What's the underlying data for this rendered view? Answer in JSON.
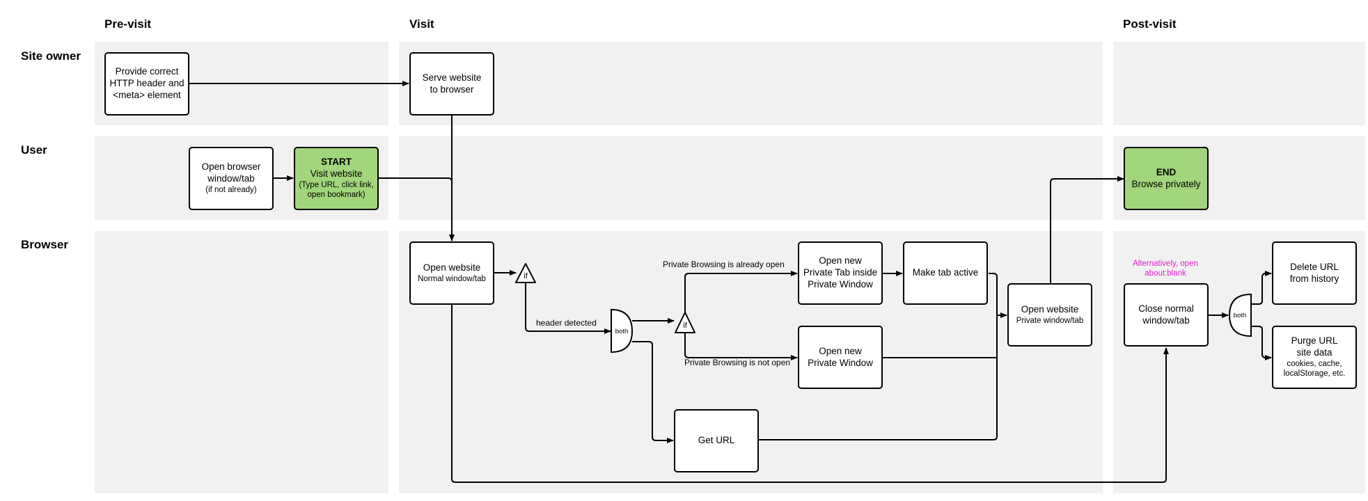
{
  "columns": {
    "pre_visit": "Pre-visit",
    "visit": "Visit",
    "post_visit": "Post-visit"
  },
  "lanes": {
    "site_owner": "Site owner",
    "user": "User",
    "browser": "Browser"
  },
  "nodes": {
    "provide_header": {
      "line1": "Provide correct",
      "line2": "HTTP header and",
      "line3": "<meta> element"
    },
    "serve_website": {
      "line1": "Serve website",
      "line2": "to browser"
    },
    "open_browser": {
      "line1": "Open browser",
      "line2": "window/tab",
      "line3": "(if not already)"
    },
    "start": {
      "title": "START",
      "line1": "Visit website",
      "line2": "(Type URL, click link,",
      "line3": "open bookmark)"
    },
    "end": {
      "title": "END",
      "line1": "Browse privately"
    },
    "open_normal": {
      "line1": "Open website",
      "line2": "Normal window/tab"
    },
    "open_private_tab": {
      "line1": "Open new",
      "line2": "Private Tab inside",
      "line3": "Private Window"
    },
    "make_tab_active": {
      "line1": "Make tab active"
    },
    "open_private_window": {
      "line1": "Open new",
      "line2": "Private Window"
    },
    "open_private_site": {
      "line1": "Open website",
      "line2": "Private window/tab"
    },
    "get_url": {
      "line1": "Get URL"
    },
    "close_normal": {
      "line1": "Close normal",
      "line2": "window/tab"
    },
    "delete_url": {
      "line1": "Delete URL",
      "line2": "from history"
    },
    "purge_url": {
      "line1": "Purge URL",
      "line2": "site data",
      "line3": "cookies, cache,",
      "line4": "localStorage, etc."
    }
  },
  "gates": {
    "if_1": "if",
    "if_2": "if",
    "both_1": "both",
    "both_2": "both"
  },
  "edge_labels": {
    "header_detected": "header detected",
    "pb_open": "Private Browsing is already open",
    "pb_not_open": "Private Browsing is not open",
    "alt_open": "Alternatively, open about:blank"
  },
  "colors": {
    "lane_bg": "#f1f1f1",
    "start_end": "#a2d67c",
    "note": "#e21fd1"
  }
}
